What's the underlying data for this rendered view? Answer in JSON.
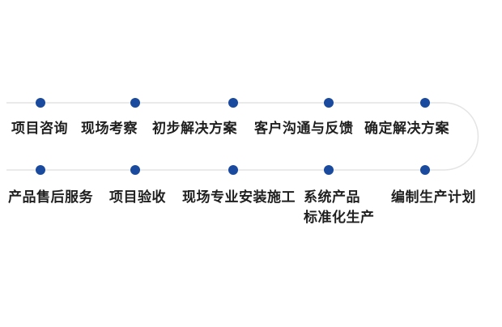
{
  "diagram": {
    "type": "process-flow",
    "colors": {
      "dot": "#1a4a9e",
      "line": "#e4e4e4",
      "text": "#1f1f1f",
      "background": "#ffffff"
    },
    "top_row": [
      {
        "label": "项目咨询"
      },
      {
        "label": "现场考察"
      },
      {
        "label": "初步解决方案"
      },
      {
        "label": "客户沟通与反馈"
      },
      {
        "label": "确定解决方案"
      }
    ],
    "bottom_row": [
      {
        "label": "产品售后服务"
      },
      {
        "label": "项目验收"
      },
      {
        "label": "现场专业安装施工"
      },
      {
        "label": "系统产品\n标准化生产"
      },
      {
        "label": "编制生产计划"
      }
    ]
  }
}
